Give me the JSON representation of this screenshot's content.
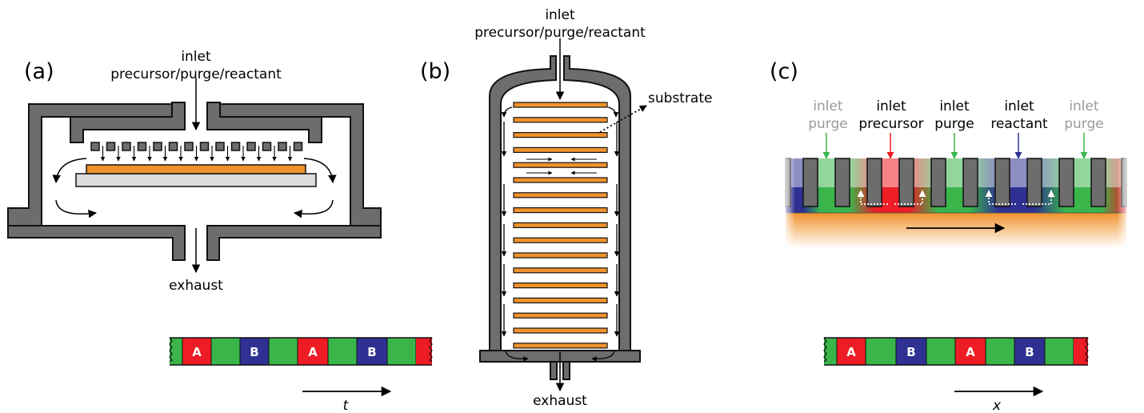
{
  "panel_a": {
    "panel_label": "(a)",
    "inlet_label": "inlet",
    "inlet_sub": "precursor/purge/reactant",
    "exhaust_label": "exhaust",
    "sequence": [
      "A",
      "B",
      "A",
      "B"
    ],
    "axis_label": "t"
  },
  "panel_b": {
    "panel_label": "(b)",
    "inlet_label": "inlet",
    "inlet_sub": "precursor/purge/reactant",
    "exhaust_label": "exhaust",
    "substrate_label": "substrate"
  },
  "panel_c": {
    "panel_label": "(c)",
    "inlets": [
      {
        "top": "inlet",
        "bottom": "purge"
      },
      {
        "top": "inlet",
        "bottom": "precursor"
      },
      {
        "top": "inlet",
        "bottom": "purge"
      },
      {
        "top": "inlet",
        "bottom": "reactant"
      },
      {
        "top": "inlet",
        "bottom": "purge"
      }
    ],
    "sequence": [
      "A",
      "B",
      "A",
      "B"
    ],
    "axis_label": "x"
  },
  "colors": {
    "wall": "#6d6d6d",
    "substrate": "#f0922b",
    "precursor_A": "#ee1c24",
    "purge": "#39b54a",
    "reactant_B": "#2e3192",
    "faded_text": "#9a9a9a"
  }
}
